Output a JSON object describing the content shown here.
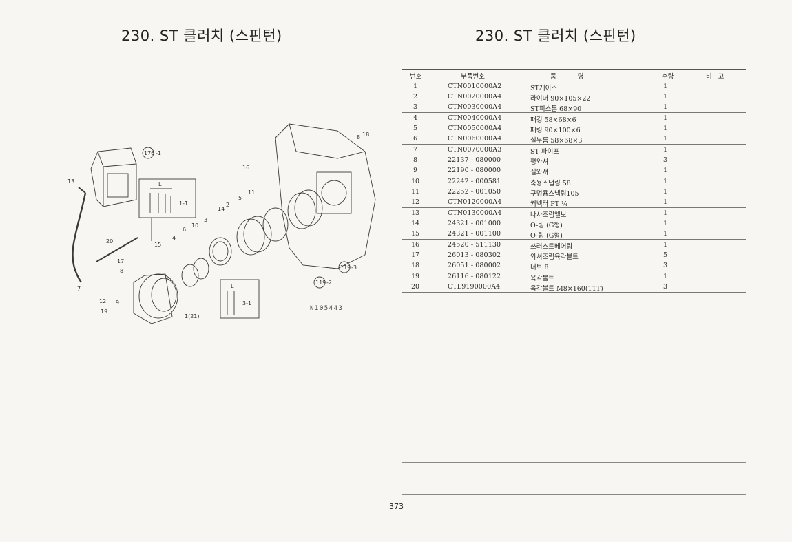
{
  "titles": {
    "left": "230. ST 클러치 (스핀턴)",
    "right": "230. ST 클러치 (스핀턴)"
  },
  "diagram": {
    "drawing_code": "N105443",
    "callouts": {
      "ref176": "176",
      "ref176_suffix": "-1",
      "ref119_3": "119",
      "ref119_3_suffix": "-3",
      "ref119_2": "119",
      "ref119_2_suffix": "-2",
      "n1": "1(21)",
      "n1_1": "1-1",
      "n2": "2",
      "n3": "3",
      "n3_1": "3-1",
      "n4": "4",
      "n5": "5",
      "n6": "6",
      "n7": "7",
      "n8": "8",
      "n9": "9",
      "n10": "10",
      "n11": "11",
      "n12": "12",
      "n13": "13",
      "n14": "14",
      "n15": "15",
      "n16": "16",
      "n17": "17",
      "n18": "18",
      "n19": "19",
      "n20": "20",
      "L1": "L",
      "L2": "L"
    }
  },
  "table": {
    "headers": {
      "no": "번호",
      "part": "부품번호",
      "name": "품 명",
      "qty": "수량",
      "note": "비 고"
    },
    "groups": [
      [
        {
          "no": "1",
          "part": "CTN0010000A2",
          "name": "ST케이스",
          "qty": "1"
        },
        {
          "no": "2",
          "part": "CTN0020000A4",
          "name": "라이너 90×105×22",
          "qty": "1"
        },
        {
          "no": "3",
          "part": "CTN0030000A4",
          "name": "ST피스톤 68×90",
          "qty": "1"
        }
      ],
      [
        {
          "no": "4",
          "part": "CTN0040000A4",
          "name": "패킹 58×68×6",
          "qty": "1"
        },
        {
          "no": "5",
          "part": "CTN0050000A4",
          "name": "패킹 90×100×6",
          "qty": "1"
        },
        {
          "no": "6",
          "part": "CTN0060000A4",
          "name": "실누름 58×68×3",
          "qty": "1"
        }
      ],
      [
        {
          "no": "7",
          "part": "CTN0070000A3",
          "name": "ST 파이프",
          "qty": "1"
        },
        {
          "no": "8",
          "part": "22137 - 080000",
          "name": "평와셔",
          "qty": "3"
        },
        {
          "no": "9",
          "part": "22190 - 080000",
          "name": "실와셔",
          "qty": "1"
        }
      ],
      [
        {
          "no": "10",
          "part": "22242 - 000581",
          "name": "축용스냅링 58",
          "qty": "1"
        },
        {
          "no": "11",
          "part": "22252 - 001050",
          "name": "구멍용스냅링105",
          "qty": "1"
        },
        {
          "no": "12",
          "part": "CTN0120000A4",
          "name": "커넥터 PT ¼",
          "qty": "1"
        }
      ],
      [
        {
          "no": "13",
          "part": "CTN0130000A4",
          "name": "나사조립엘보",
          "qty": "1"
        },
        {
          "no": "14",
          "part": "24321 - 001000",
          "name": "O-링 (G형)",
          "qty": "1"
        },
        {
          "no": "15",
          "part": "24321 - 001100",
          "name": "O-링 (G형)",
          "qty": "1"
        }
      ],
      [
        {
          "no": "16",
          "part": "24520 - 511130",
          "name": "쓰러스트베어링",
          "qty": "1"
        },
        {
          "no": "17",
          "part": "26013 - 080302",
          "name": "와셔조립육각볼트",
          "qty": "5"
        },
        {
          "no": "18",
          "part": "26051 - 080002",
          "name": "너트 8",
          "qty": "3"
        }
      ],
      [
        {
          "no": "19",
          "part": "26116 - 080122",
          "name": "육각볼트",
          "qty": "1"
        },
        {
          "no": "20",
          "part": "CTL9190000A4",
          "name": "육각볼트 M8×160(11T)",
          "qty": "3"
        }
      ]
    ]
  },
  "page_number": "373"
}
